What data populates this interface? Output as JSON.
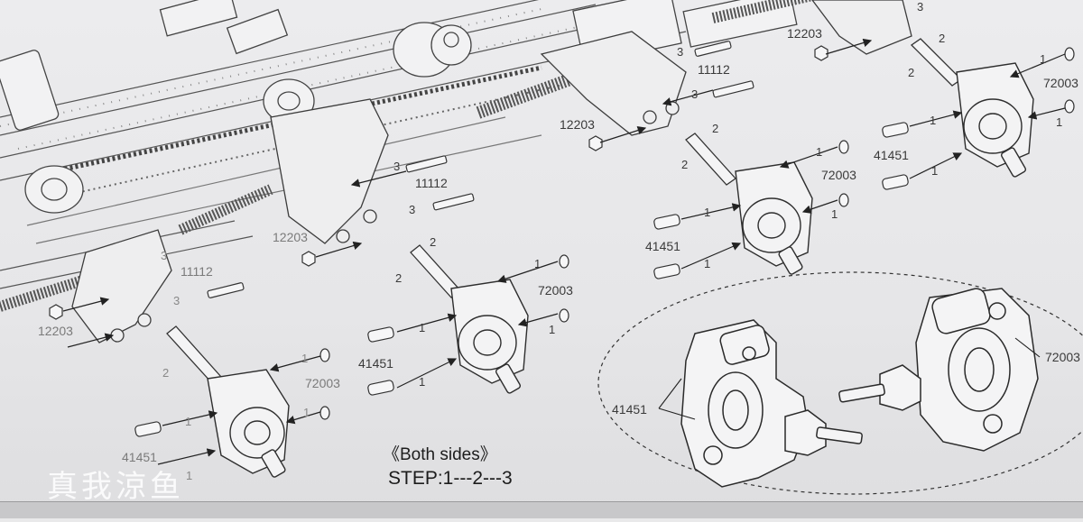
{
  "instructions": {
    "both_sides": "《Both sides》",
    "step": "STEP:1---2---3"
  },
  "watermark": "真我涼鱼",
  "part_numbers": {
    "screw_long": "11112",
    "nut": "12203",
    "pin": "41451",
    "washer": "72003"
  },
  "step_numbers": {
    "one": "1",
    "two": "2",
    "three": "3"
  },
  "colors": {
    "paper": "#e9e9ea",
    "ink": "#2a2a2a"
  }
}
